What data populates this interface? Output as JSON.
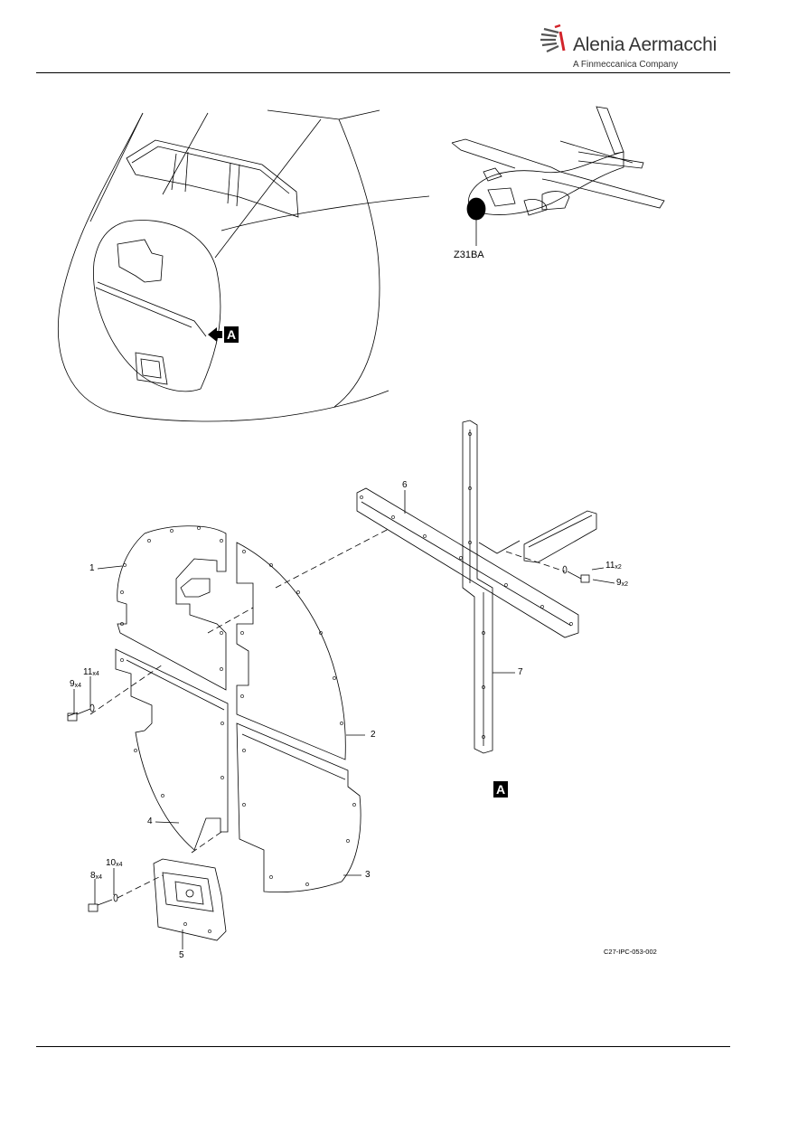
{
  "header": {
    "brand": "Alenia Aermacchi",
    "tagline": "A Finmeccanica Company"
  },
  "locator": {
    "zone": "Z31BA",
    "view_marker": "A"
  },
  "callouts": {
    "p1": "1",
    "p2": "2",
    "p3": "3",
    "p4": "4",
    "p5": "5",
    "p6": "6",
    "p7": "7",
    "p8": "8",
    "p8q": "x4",
    "p9a": "9",
    "p9aq": "x4",
    "p9b": "9",
    "p9bq": "x2",
    "p10": "10",
    "p10q": "x4",
    "p11a": "11",
    "p11aq": "x4",
    "p11b": "11",
    "p11bq": "x2"
  },
  "figure": {
    "code": "C27-IPC-053-002"
  },
  "colors": {
    "brand_red": "#d2232a",
    "line": "#000000"
  }
}
